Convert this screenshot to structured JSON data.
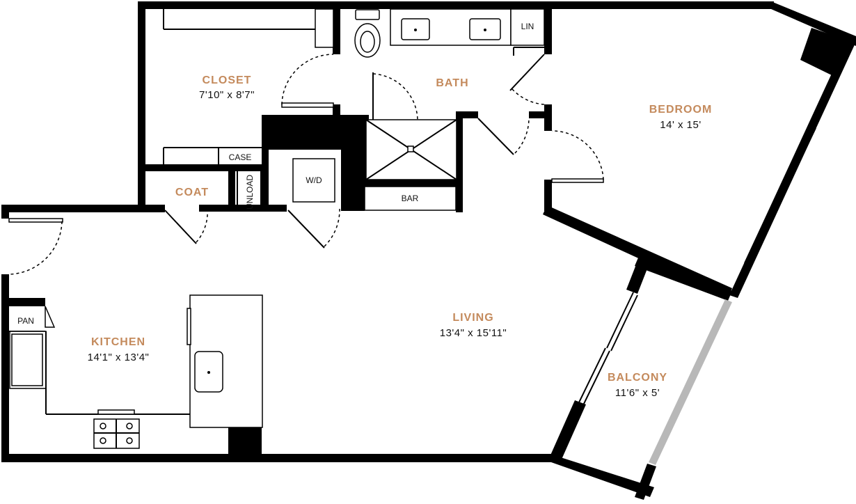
{
  "colors": {
    "room_label": "#c48a5c",
    "wall": "#000000",
    "balcony_rail": "#b8b8b8"
  },
  "rooms": {
    "closet": {
      "name": "CLOSET",
      "dims": "7'10\" x 8'7\""
    },
    "bath": {
      "name": "BATH"
    },
    "bedroom": {
      "name": "BEDROOM",
      "dims": "14' x 15'"
    },
    "coat": {
      "name": "COAT"
    },
    "kitchen": {
      "name": "KITCHEN",
      "dims": "14'1\" x 13'4\""
    },
    "living": {
      "name": "LIVING",
      "dims": "13'4\" x 15'11\""
    },
    "balcony": {
      "name": "BALCONY",
      "dims": "11'6\" x 5'"
    }
  },
  "fixtures": {
    "lin": "LIN",
    "case": "CASE",
    "unload": "UNLOAD",
    "wd": "W/D",
    "bar": "BAR",
    "pan": "PAN"
  }
}
